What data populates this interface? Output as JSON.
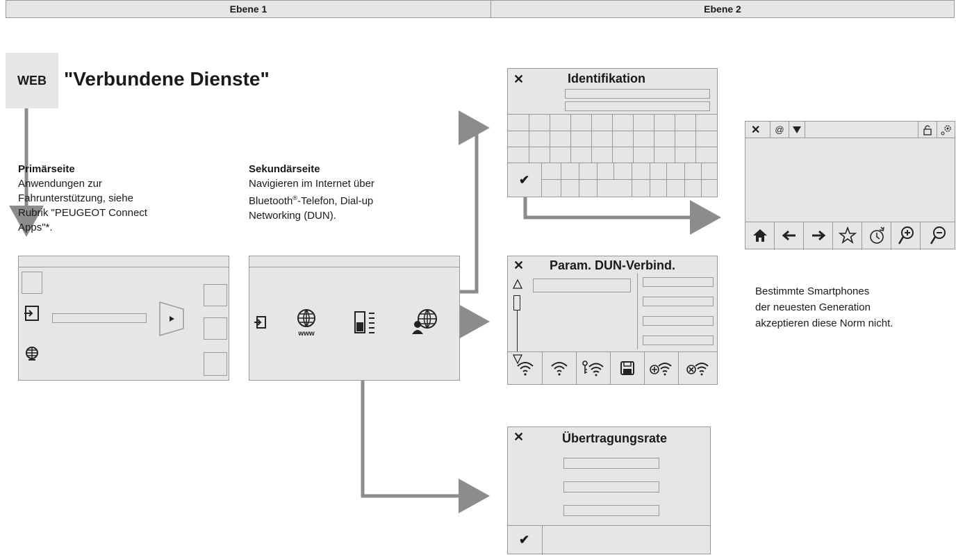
{
  "header": {
    "col1": "Ebene 1",
    "col2": "Ebene 2"
  },
  "web_badge": "WEB",
  "title": "\"Verbundene Dienste\"",
  "primary": {
    "heading": "Primärseite",
    "lines": [
      "Anwendungen zur",
      "Fahrunterstützung, siehe",
      "Rubrik \"PEUGEOT Connect",
      "Apps\"*."
    ]
  },
  "secondary": {
    "heading": "Sekundärseite",
    "lines": [
      "Navigieren im Internet über",
      "Bluetooth",
      "-Telefon, Dial-up",
      "Networking (DUN)."
    ],
    "reg": "®"
  },
  "screens": {
    "identifikation": {
      "title": "Identifikation",
      "close": "✕",
      "confirm": "✔"
    },
    "dun": {
      "title": "Param. DUN-Verbind.",
      "close": "✕"
    },
    "rate": {
      "title": "Übertragungsrate",
      "close": "✕",
      "confirm": "✔"
    },
    "browser": {
      "close": "✕"
    }
  },
  "note_lines": [
    "Bestimmte Smartphones",
    "der neuesten Generation",
    "akzeptieren diese Norm nicht."
  ],
  "colors": {
    "panel": "#e6e6e6",
    "border": "#999999",
    "arrow": "#8c8c8c"
  }
}
